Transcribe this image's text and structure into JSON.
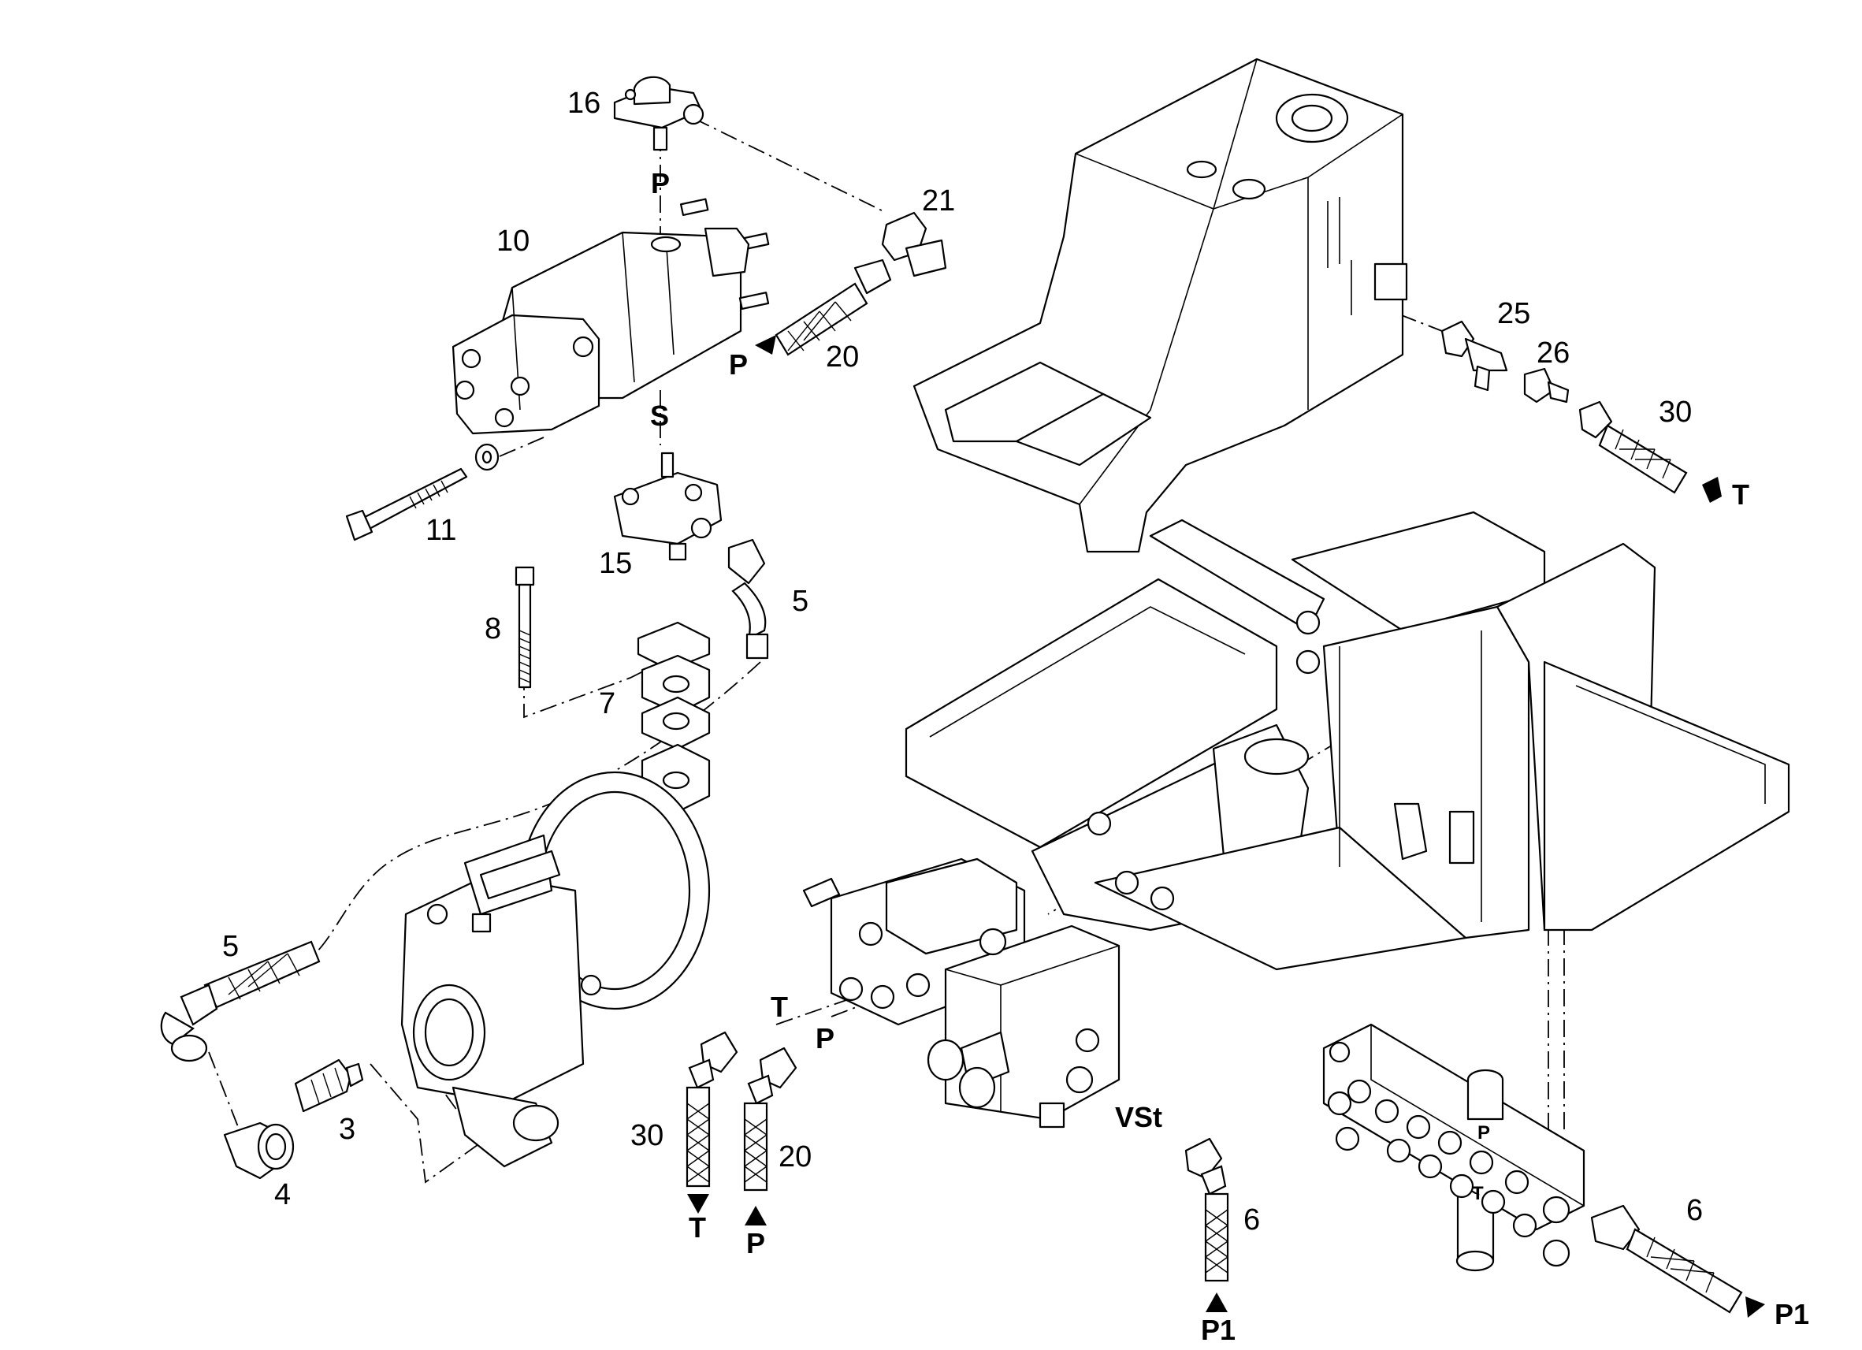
{
  "callouts": {
    "c16": "16",
    "c21": "21",
    "c10": "10",
    "c20a": "20",
    "c11": "11",
    "c15": "15",
    "c5a": "5",
    "c8": "8",
    "c7": "7",
    "c5b": "5",
    "c3": "3",
    "c4": "4",
    "c30a": "30",
    "c20b": "20",
    "c6a": "6",
    "c6b": "6",
    "c25": "25",
    "c26": "26",
    "c30b": "30"
  },
  "ports": {
    "p_pump_top": "P",
    "s_pump": "S",
    "p_hose20": "P",
    "t_hose30": "T",
    "t_valve": "T",
    "p_valve": "P",
    "vst": "VSt",
    "t_bottom": "T",
    "p_bottom": "P",
    "p1_bottom": "P1",
    "p_manifold": "P",
    "t_manifold": "T",
    "p1_right": "P1"
  },
  "colors": {
    "line": "#000000",
    "background": "#ffffff"
  }
}
